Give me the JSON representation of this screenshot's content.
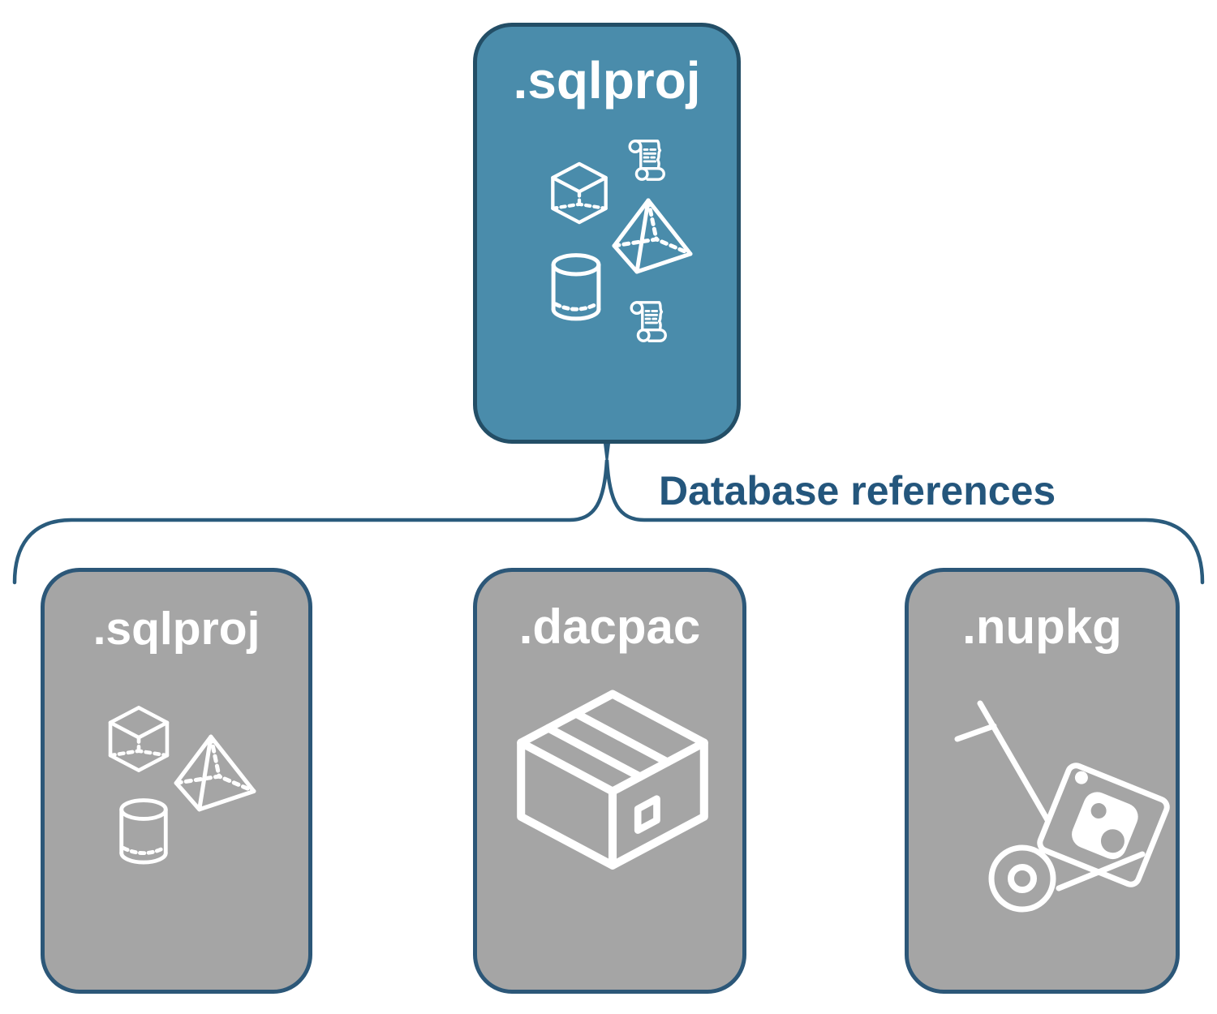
{
  "diagram": {
    "connector_label": "Database references",
    "root": {
      "label": ".sqlproj",
      "icons": [
        "cube-icon",
        "scroll-icon",
        "pyramid-icon",
        "database-cylinder-icon",
        "scroll-icon"
      ]
    },
    "children": [
      {
        "label": ".sqlproj",
        "icons": [
          "cube-icon",
          "pyramid-icon",
          "database-cylinder-icon"
        ]
      },
      {
        "label": ".dacpac",
        "icons": [
          "package-box-icon"
        ]
      },
      {
        "label": ".nupkg",
        "icons": [
          "hand-truck-package-icon"
        ]
      }
    ],
    "colors": {
      "root_fill": "#4a8cab",
      "root_border": "#234e66",
      "child_fill": "#a5a5a5",
      "child_border": "#2c5778",
      "connector": "#2a5b7c",
      "label_text": "#24567c",
      "node_text": "#ffffff",
      "background": "#ffffff"
    }
  }
}
